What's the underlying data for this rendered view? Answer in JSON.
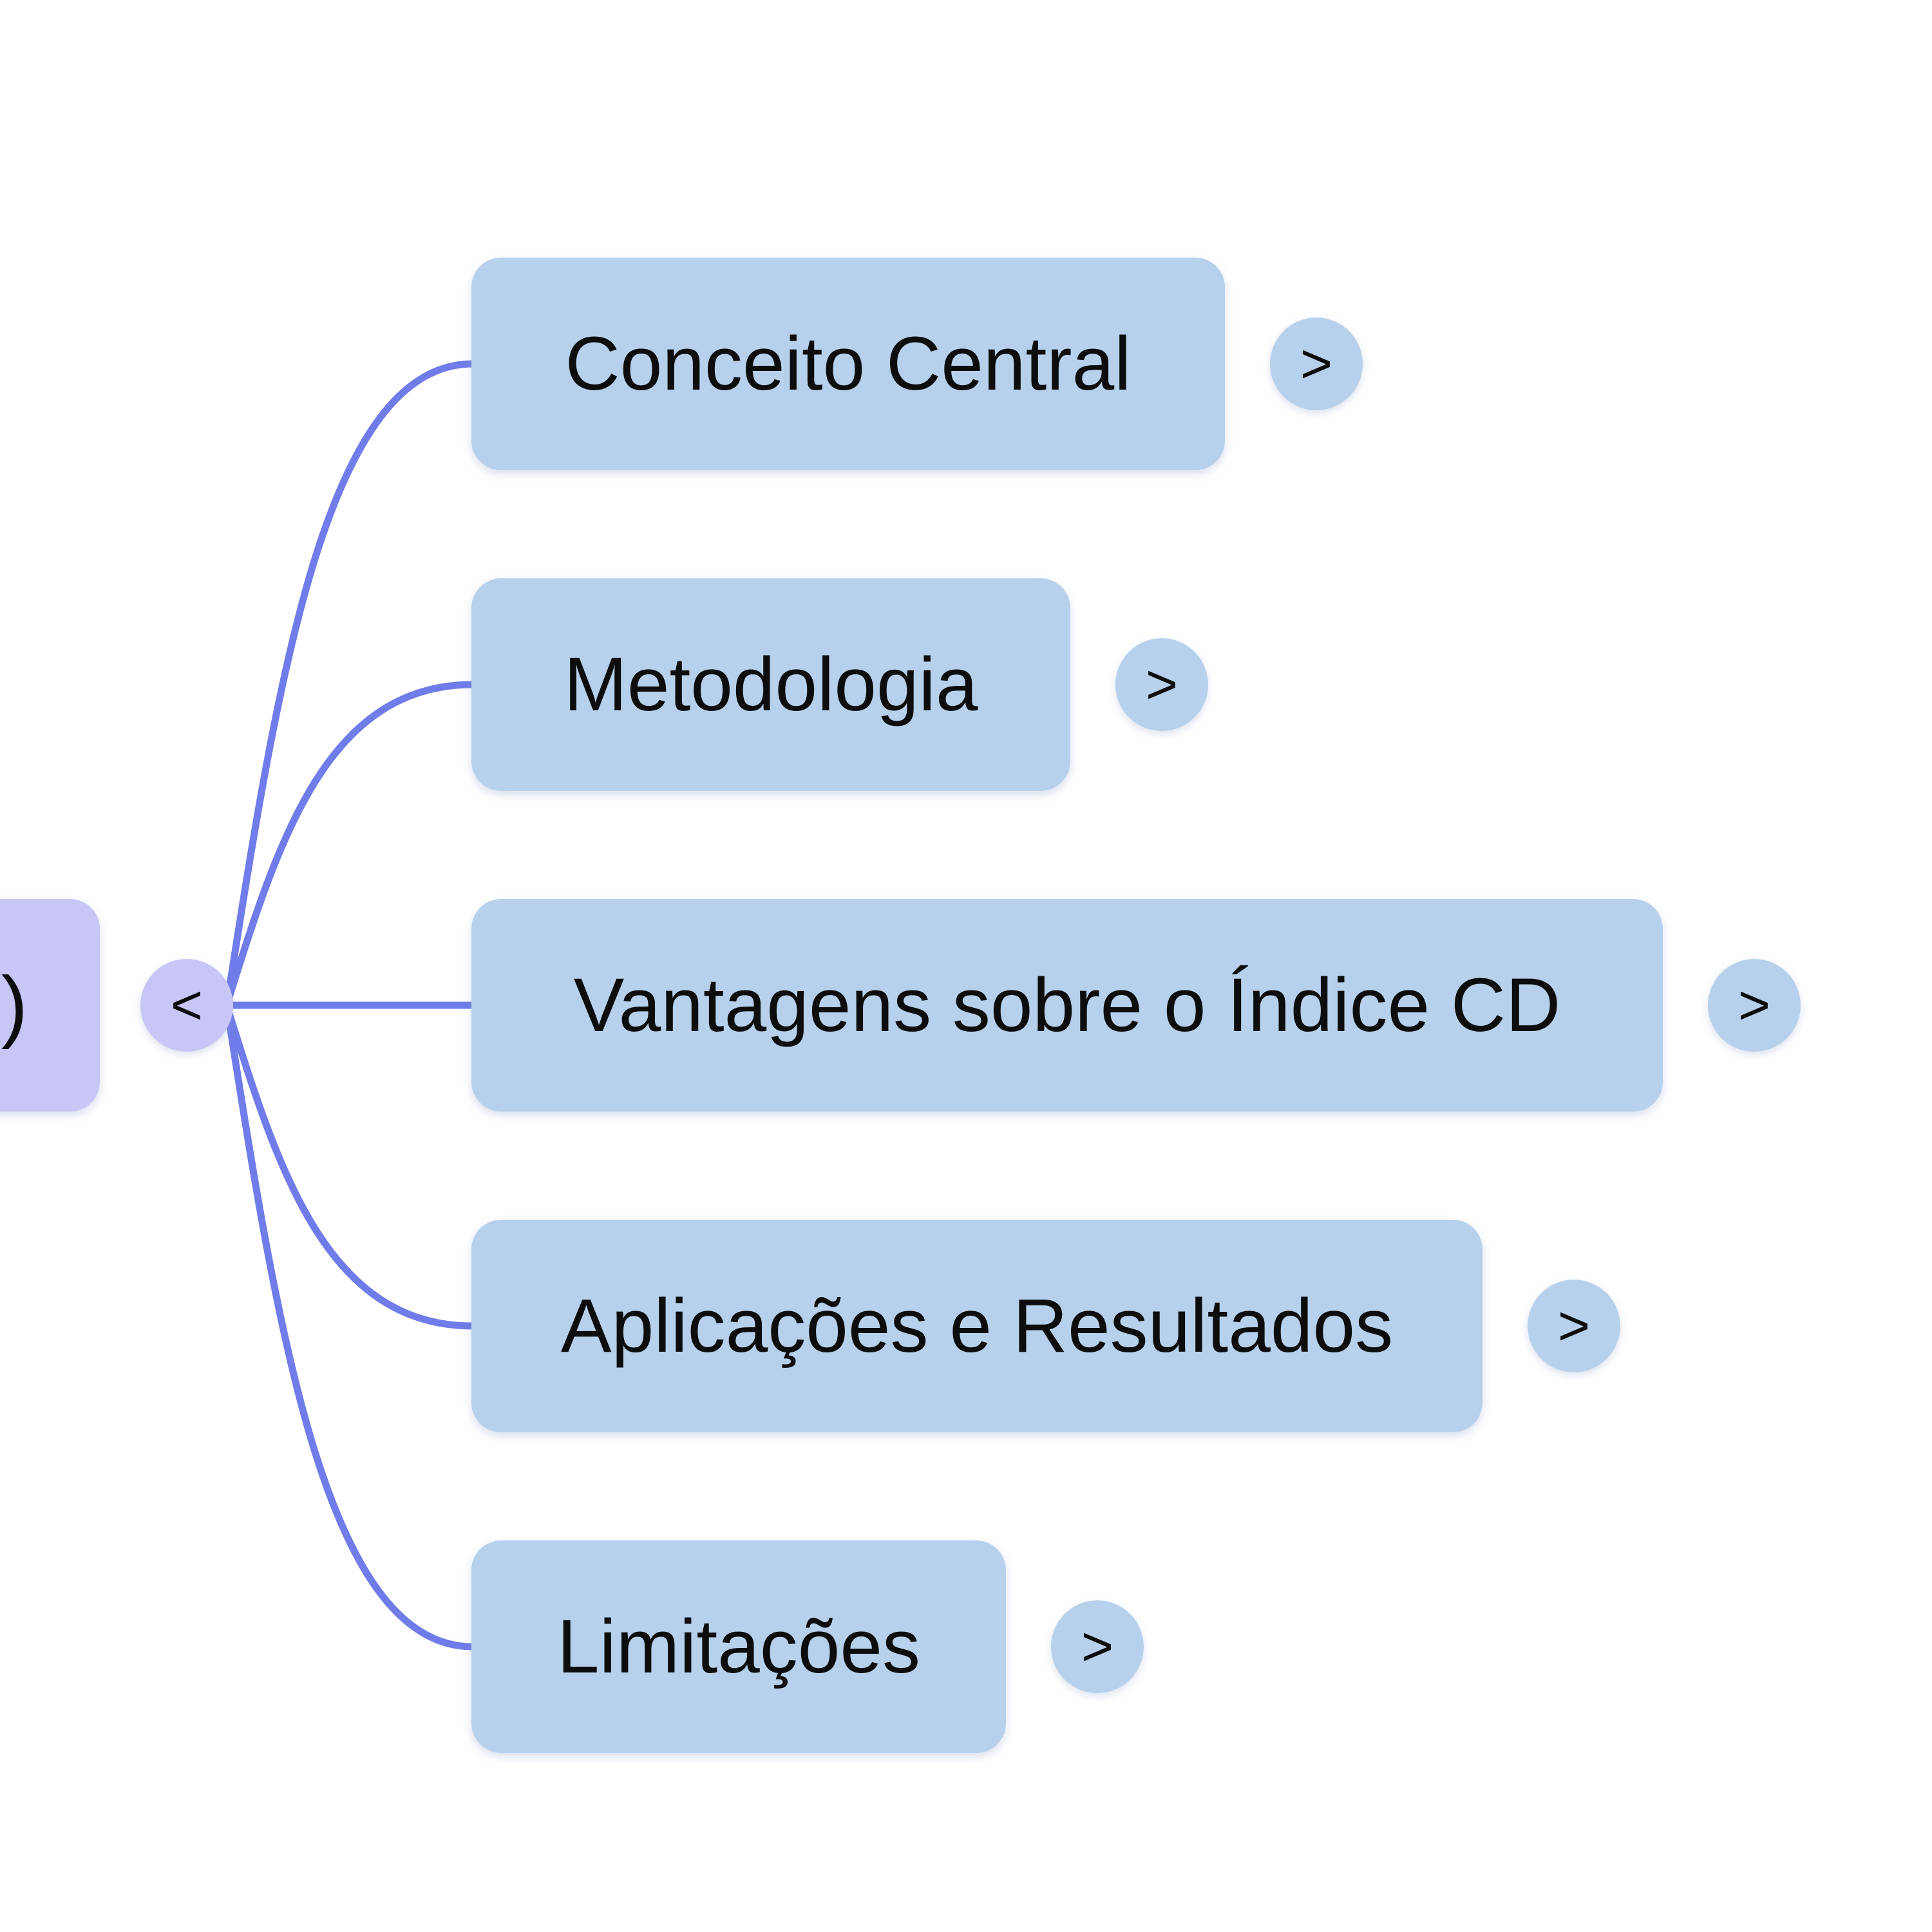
{
  "app": {
    "type": "mindmap-canvas",
    "background": "#ffffff"
  },
  "colors": {
    "branch_fill": "#b7d1ec",
    "root_fill": "#c8c5f7",
    "connector": "#6f7ce9",
    "text": "#0d0d0d"
  },
  "mindmap": {
    "root": {
      "visible_label": ")",
      "collapse_button": "<"
    },
    "branches": [
      {
        "label": "Conceito Central",
        "expand_button": ">"
      },
      {
        "label": "Metodologia",
        "expand_button": ">"
      },
      {
        "label": "Vantagens sobre o Índice CD",
        "expand_button": ">"
      },
      {
        "label": "Aplicações e Resultados",
        "expand_button": ">"
      },
      {
        "label": "Limitações",
        "expand_button": ">"
      }
    ]
  }
}
